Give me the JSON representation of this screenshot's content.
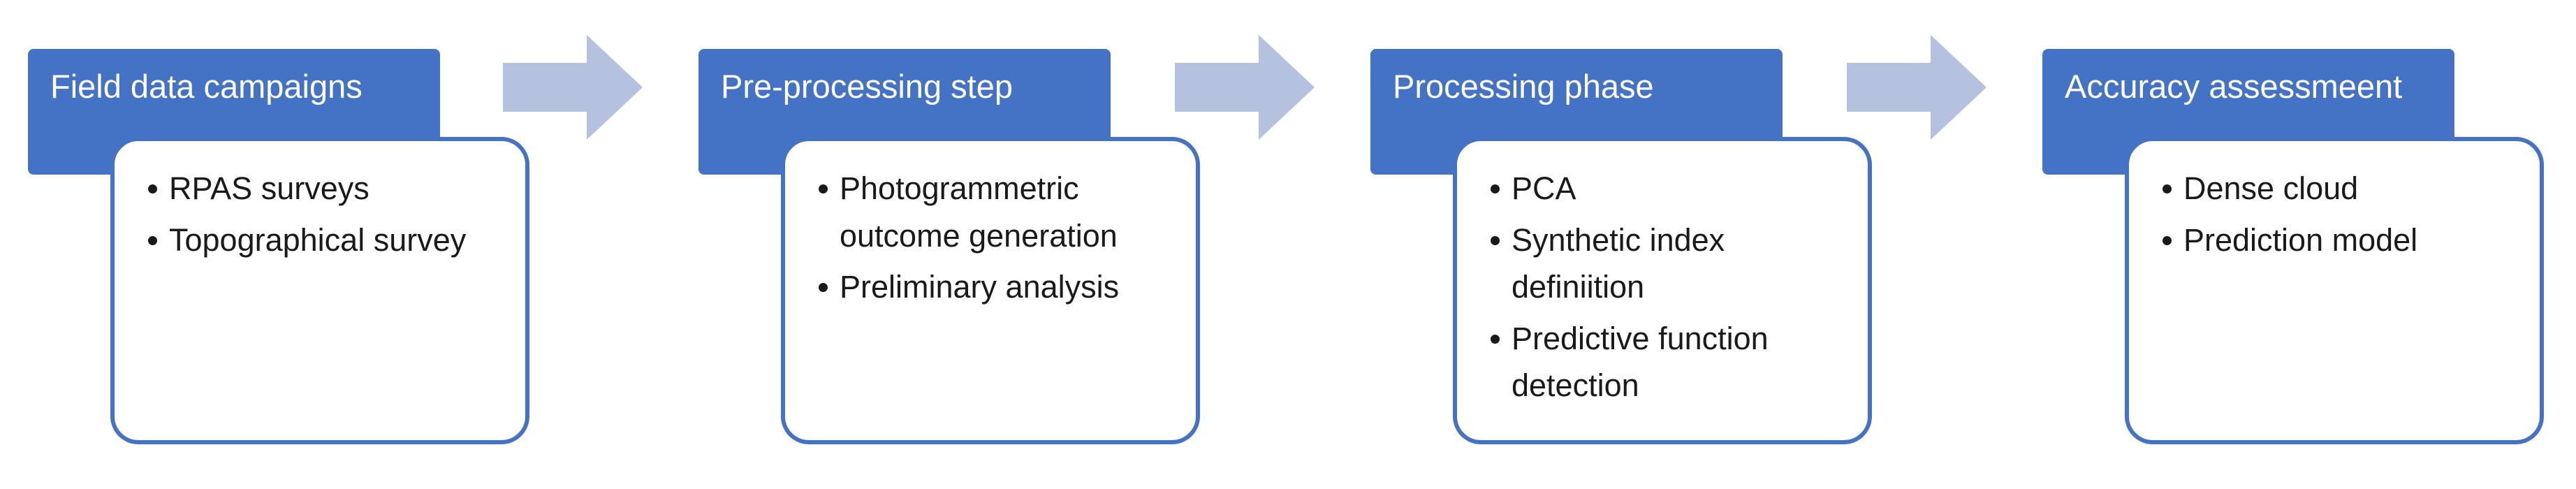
{
  "colors": {
    "header_fill": "#4472c4",
    "detail_border": "#4472c4",
    "arrow_fill": "#b4c2e0",
    "text_dark": "#1a1a1a",
    "header_text": "#ffffff"
  },
  "stages": [
    {
      "title": "Field data campaigns",
      "items": [
        "RPAS surveys",
        "Topographical survey"
      ]
    },
    {
      "title": "Pre-processing step",
      "items": [
        "Photogrammetric outcome generation",
        "Preliminary analysis"
      ]
    },
    {
      "title": "Processing phase",
      "items": [
        "PCA",
        "Synthetic index definiition",
        "Predictive function detection"
      ]
    },
    {
      "title": "Accuracy assessmeent",
      "items": [
        "Dense cloud",
        "Prediction model"
      ]
    }
  ],
  "arrows": [
    {
      "icon": "right-arrow-icon"
    },
    {
      "icon": "right-arrow-icon"
    },
    {
      "icon": "right-arrow-icon"
    }
  ]
}
